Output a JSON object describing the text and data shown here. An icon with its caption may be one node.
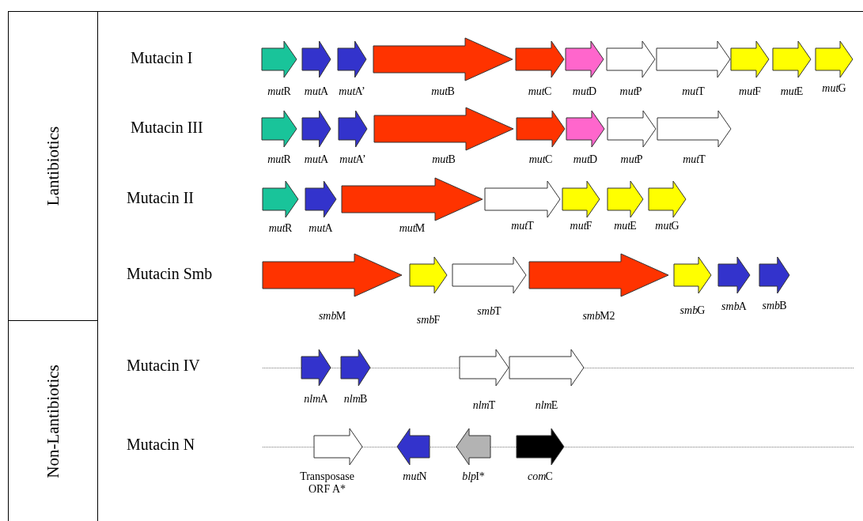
{
  "diagram": {
    "nodes": [
      {
        "text": [
          "Lantibiotics"
        ]
      },
      {
        "text": [
          "Non-Lantibiotics"
        ]
      },
      {
        "text": [],
        "shape": "arrow",
        "beside": [
          "mutR"
        ]
      },
      {
        "text": [],
        "shape": "arrow",
        "beside": [
          "mutA"
        ]
      },
      {
        "text": [],
        "shape": "arrow",
        "beside": [
          "mutA’"
        ]
      },
      {
        "text": [],
        "shape": "arrow",
        "beside": [
          "mutB"
        ]
      },
      {
        "text": [],
        "shape": "arrow",
        "beside": [
          "mutC"
        ]
      },
      {
        "text": [],
        "shape": "arrow",
        "beside": [
          "mutD"
        ]
      },
      {
        "text": [],
        "shape": "arrow",
        "beside": [
          "mutP"
        ]
      },
      {
        "text": [],
        "shape": "arrow",
        "beside": [
          "mutT"
        ]
      },
      {
        "text": [],
        "shape": "arrow",
        "beside": [
          "mutF"
        ]
      },
      {
        "text": [],
        "shape": "arrow",
        "beside": [
          "mutE"
        ]
      },
      {
        "text": [],
        "shape": "arrow",
        "beside": [
          "mutG"
        ]
      },
      {
        "text": [],
        "shape": "arrow",
        "beside": [
          "mutR"
        ]
      },
      {
        "text": [],
        "shape": "arrow",
        "beside": [
          "mutA"
        ]
      },
      {
        "text": [],
        "shape": "arrow",
        "beside": [
          "mutA’"
        ]
      },
      {
        "text": [],
        "shape": "arrow",
        "beside": [
          "mutB"
        ]
      },
      {
        "text": [],
        "shape": "arrow",
        "beside": [
          "mutC"
        ]
      },
      {
        "text": [],
        "shape": "arrow",
        "beside": [
          "mutD"
        ]
      },
      {
        "text": [],
        "shape": "arrow",
        "beside": [
          "mutP"
        ]
      },
      {
        "text": [],
        "shape": "arrow",
        "beside": [
          "mutT"
        ]
      },
      {
        "text": [],
        "shape": "arrow",
        "beside": [
          "mutR"
        ]
      },
      {
        "text": [],
        "shape": "arrow",
        "beside": [
          "mutA"
        ]
      },
      {
        "text": [],
        "shape": "arrow",
        "beside": [
          "mutM"
        ]
      },
      {
        "text": [],
        "shape": "arrow",
        "beside": [
          "mutT"
        ]
      },
      {
        "text": [],
        "shape": "arrow",
        "beside": [
          "mutF"
        ]
      },
      {
        "text": [],
        "shape": "arrow",
        "beside": [
          "mutE"
        ]
      },
      {
        "text": [],
        "shape": "arrow",
        "beside": [
          "mutG"
        ]
      },
      {
        "text": [],
        "shape": "arrow",
        "beside": [
          "smbM"
        ]
      },
      {
        "text": [],
        "shape": "arrow",
        "beside": [
          "smbF"
        ]
      },
      {
        "text": [],
        "shape": "arrow",
        "beside": [
          "smbT"
        ]
      },
      {
        "text": [],
        "shape": "arrow",
        "beside": [
          "smbM2"
        ]
      },
      {
        "text": [],
        "shape": "arrow",
        "beside": [
          "smbG"
        ]
      },
      {
        "text": [],
        "shape": "arrow",
        "beside": [
          "smbA"
        ]
      },
      {
        "text": [],
        "shape": "arrow",
        "beside": [
          "smbB"
        ]
      },
      {
        "text": [],
        "shape": "arrow",
        "beside": [
          "nlmA"
        ]
      },
      {
        "text": [],
        "shape": "arrow",
        "beside": [
          "nlmB"
        ]
      },
      {
        "text": [],
        "shape": "arrow",
        "beside": [
          "nlmT"
        ]
      },
      {
        "text": [],
        "shape": "arrow",
        "beside": [
          "nlmE"
        ]
      },
      {
        "text": [],
        "shape": "arrow",
        "beside": [
          "Transposase ORF A*"
        ]
      },
      {
        "text": [],
        "shape": "arrow",
        "beside": [
          "mutN"
        ]
      },
      {
        "text": [],
        "shape": "arrow",
        "beside": [
          "blpI*"
        ]
      },
      {
        "text": [],
        "shape": "arrow",
        "beside": [
          "comC"
        ]
      }
    ],
    "labels": [
      "Mutacin I",
      "Mutacin III",
      "Mutacin II",
      "Mutacin Smb",
      "Mutacin IV",
      "Mutacin N"
    ]
  }
}
